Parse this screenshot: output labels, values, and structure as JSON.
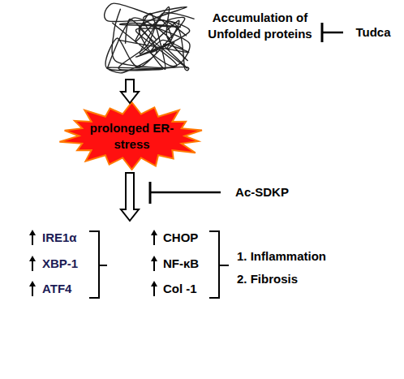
{
  "diagram": {
    "nodes": [
      {
        "text": [
          "Accumulation of Unfolded proteins"
        ]
      },
      {
        "text": [
          "prolonged ER-stress"
        ]
      },
      {
        "text": [
          "Tudca"
        ]
      },
      {
        "text": [
          "Ac-SDKP"
        ]
      }
    ],
    "edges": [
      {
        "from": 0,
        "to": 1,
        "arrow": "to"
      },
      {
        "from": 2,
        "to": 0,
        "arrow": "to"
      }
    ],
    "labels": [
      "IRE1α",
      "XBP-1",
      "ATF4",
      "CHOP",
      "NF-κB",
      "Col -1",
      "1. Inflammation",
      "2. Fibrosis"
    ]
  }
}
